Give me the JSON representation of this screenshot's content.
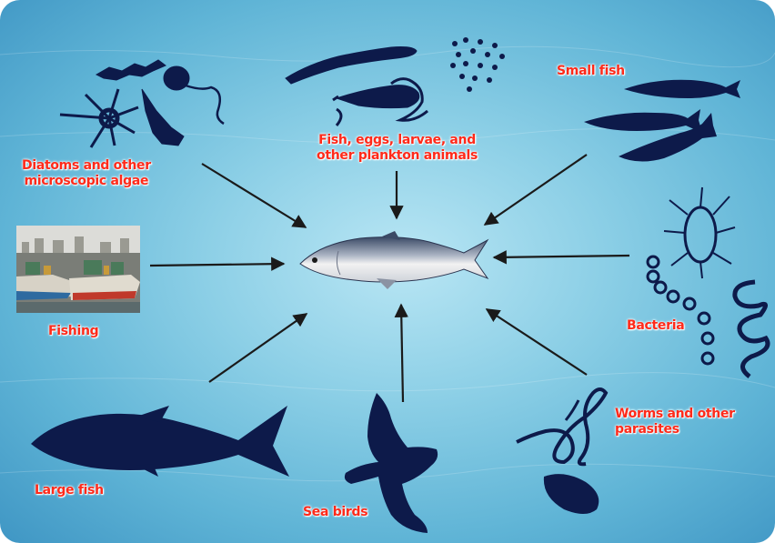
{
  "diagram": {
    "center_subject_icon": "tuna-fish-icon",
    "colors": {
      "label": "#ff2a1a",
      "silhouette": "#0d1a4a",
      "arrow": "#1a1a1a"
    },
    "nodes": [
      {
        "id": "diatoms",
        "label_line1": "Diatoms and other",
        "label_line2": "microscopic algae",
        "icon": "algae-icon"
      },
      {
        "id": "plankton",
        "label_line1": "Fish, eggs, larvae, and",
        "label_line2": "other plankton animals",
        "icon": "plankton-icon"
      },
      {
        "id": "small-fish",
        "label": "Small fish",
        "icon": "small-fish-icon"
      },
      {
        "id": "fishing",
        "label": "Fishing",
        "icon": "fishing-boats-photo"
      },
      {
        "id": "bacteria",
        "label": "Bacteria",
        "icon": "bacteria-icon"
      },
      {
        "id": "large-fish",
        "label": "Large fish",
        "icon": "large-fish-icon"
      },
      {
        "id": "sea-birds",
        "label": "Sea birds",
        "icon": "sea-bird-icon"
      },
      {
        "id": "worms",
        "label_line1": "Worms and other",
        "label_line2": "parasites",
        "icon": "worm-icon"
      }
    ]
  }
}
